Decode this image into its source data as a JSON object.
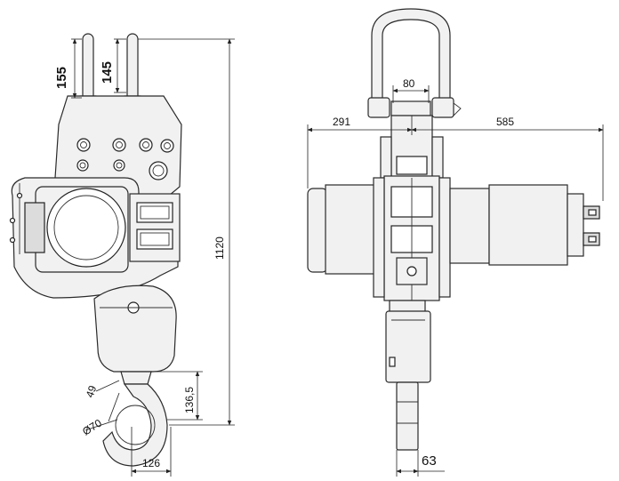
{
  "colors": {
    "line": "#2a2a2a",
    "fill_light": "#f1f1f1",
    "fill_dark": "#dcdcdc",
    "background": "#ffffff"
  },
  "dimensions": {
    "hook_left_height": "155",
    "hook_right_height": "145",
    "total_height": "1120",
    "hook_throat": "136,5",
    "hook_diameter": "Ø70",
    "hook_angle": "49",
    "hook_width": "126",
    "shackle_width": "80",
    "left_extent": "291",
    "right_extent": "585",
    "hook_block_width": "63"
  }
}
